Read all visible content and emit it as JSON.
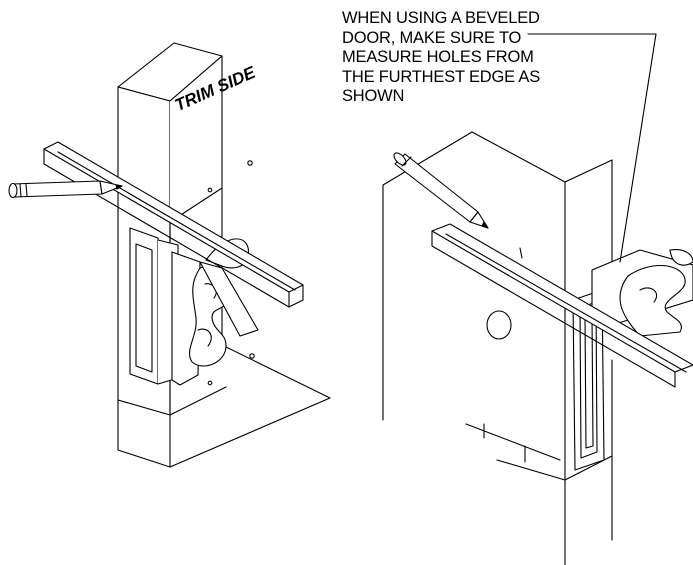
{
  "figure": {
    "trim_side_label": "TRIM SIDE",
    "callout_lines": [
      "WHEN USING A BEVELED",
      "DOOR, MAKE SURE TO",
      "MEASURE HOLES FROM",
      "THE FURTHEST EDGE AS",
      "SHOWN"
    ],
    "line_color": "#000000",
    "background": "#ffffff"
  }
}
